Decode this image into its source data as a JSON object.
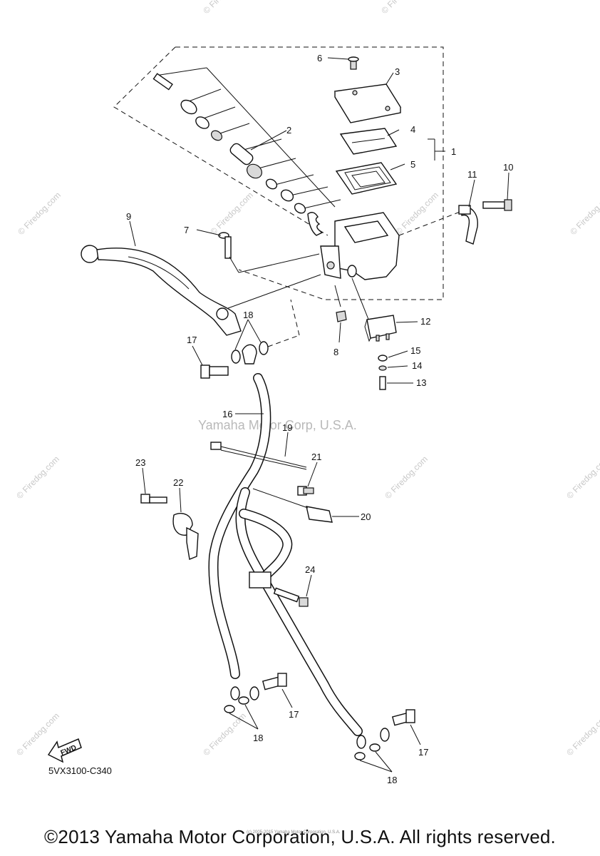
{
  "diagram": {
    "callouts": [
      {
        "id": "c1",
        "text": "1"
      },
      {
        "id": "c2",
        "text": "2"
      },
      {
        "id": "c3",
        "text": "3"
      },
      {
        "id": "c4",
        "text": "4"
      },
      {
        "id": "c5",
        "text": "5"
      },
      {
        "id": "c6",
        "text": "6"
      },
      {
        "id": "c7",
        "text": "7"
      },
      {
        "id": "c8",
        "text": "8"
      },
      {
        "id": "c9",
        "text": "9"
      },
      {
        "id": "c10",
        "text": "10"
      },
      {
        "id": "c11",
        "text": "11"
      },
      {
        "id": "c12",
        "text": "12"
      },
      {
        "id": "c13",
        "text": "13"
      },
      {
        "id": "c14",
        "text": "14"
      },
      {
        "id": "c15",
        "text": "15"
      },
      {
        "id": "c16",
        "text": "16"
      },
      {
        "id": "c17a",
        "text": "17"
      },
      {
        "id": "c17b",
        "text": "17"
      },
      {
        "id": "c17c",
        "text": "17"
      },
      {
        "id": "c18a",
        "text": "18"
      },
      {
        "id": "c18b",
        "text": "18"
      },
      {
        "id": "c18c",
        "text": "18"
      },
      {
        "id": "c19",
        "text": "19"
      },
      {
        "id": "c20",
        "text": "20"
      },
      {
        "id": "c21",
        "text": "21"
      },
      {
        "id": "c22",
        "text": "22"
      },
      {
        "id": "c23",
        "text": "23"
      },
      {
        "id": "c24",
        "text": "24"
      }
    ],
    "center_watermark": "Yamaha Motor Corp, U.S.A.",
    "watermark": "© Firedog.com",
    "fwd_label": "FWD",
    "drawing_code": "5VX3100-C340",
    "small_note": "(c) 2005-2015 Yamaha Motor Corporation, U.S.A.",
    "copyright": "©2013 Yamaha Motor Corporation, U.S.A. All rights reserved."
  }
}
